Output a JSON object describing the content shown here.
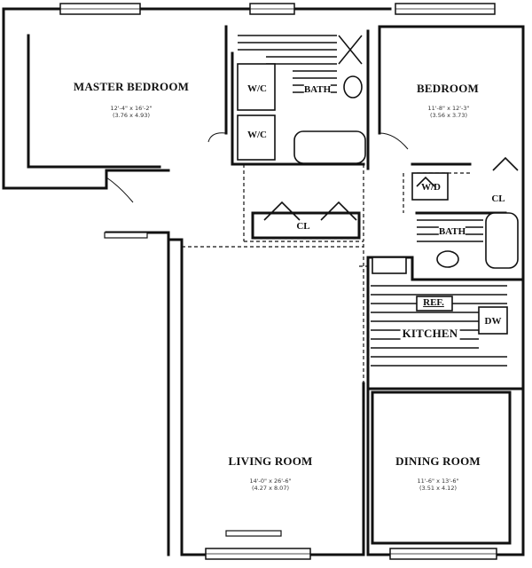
{
  "rooms": {
    "master_bedroom": {
      "name": "MASTER BEDROOM",
      "dim_ft": "12'-4\" x 16'-2\"",
      "dim_m": "(3.76 x 4.93)"
    },
    "bedroom": {
      "name": "BEDROOM",
      "dim_ft": "11'-8\" x 12'-3\"",
      "dim_m": "(3.56 x 3.73)"
    },
    "living_room": {
      "name": "LIVING ROOM",
      "dim_ft": "14'-0\" x 26'-6\"",
      "dim_m": "(4.27 x 8.07)"
    },
    "dining_room": {
      "name": "DINING ROOM",
      "dim_ft": "11'-6\" x 13'-6\"",
      "dim_m": "(3.51 x 4.12)"
    },
    "kitchen": {
      "name": "KITCHEN"
    }
  },
  "fixtures": {
    "wc_upper": "W/C",
    "wc_lower": "W/C",
    "bath_main": "BATH",
    "bath_second": "BATH",
    "closet_hall": "CL",
    "closet_bedroom": "CL",
    "washer_dryer": "W/D",
    "refrigerator": "REF.",
    "dishwasher": "DW"
  }
}
